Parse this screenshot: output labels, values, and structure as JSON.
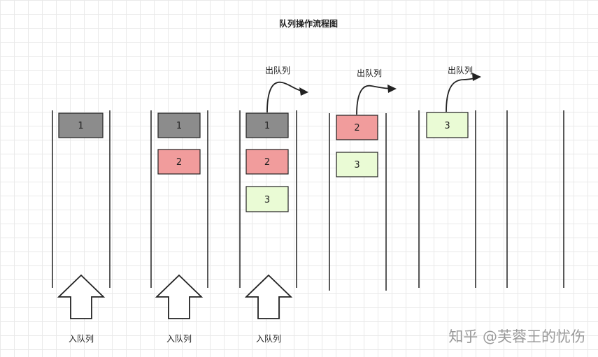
{
  "title": "队列操作流程图",
  "colors": {
    "gray": "#8c8c8c",
    "red": "#f19c9c",
    "green": "#eafbd5",
    "stroke": "#222222"
  },
  "columns": [
    {
      "blocks": [
        {
          "label": "1",
          "color": "gray"
        }
      ],
      "enqueue_label": "入队列"
    },
    {
      "blocks": [
        {
          "label": "1",
          "color": "gray"
        },
        {
          "label": "2",
          "color": "red"
        }
      ],
      "enqueue_label": "入队列"
    },
    {
      "blocks": [
        {
          "label": "1",
          "color": "gray"
        },
        {
          "label": "2",
          "color": "red"
        },
        {
          "label": "3",
          "color": "green"
        }
      ],
      "enqueue_label": "入队列",
      "dequeue_label": "出队列"
    },
    {
      "blocks": [
        {
          "label": "2",
          "color": "red"
        },
        {
          "label": "3",
          "color": "green"
        }
      ],
      "dequeue_label": "出队列"
    },
    {
      "blocks": [
        {
          "label": "3",
          "color": "green"
        }
      ],
      "dequeue_label": "出队列"
    },
    {
      "blocks": []
    }
  ],
  "watermark": "知乎 @芙蓉王的忧伤"
}
